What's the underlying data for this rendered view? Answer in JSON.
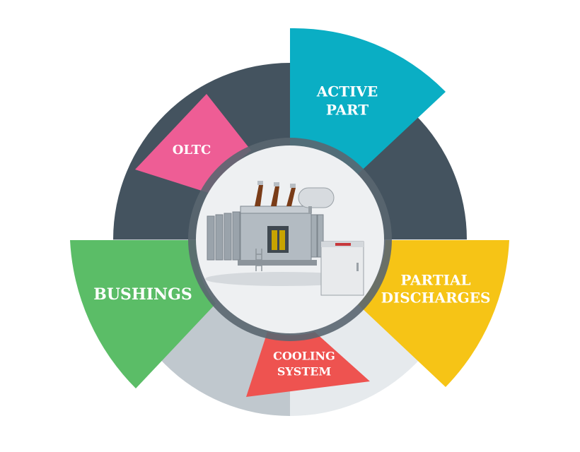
{
  "diagram": {
    "center_image": "power-transformer-with-control-cabinet",
    "segments": [
      {
        "id": "active-part",
        "lines": [
          "ACTIVE",
          "PART"
        ],
        "color": "#0aaec4"
      },
      {
        "id": "partial-discharges",
        "lines": [
          "PARTIAL",
          "DISCHARGES"
        ],
        "color": "#f6c416"
      },
      {
        "id": "cooling-system",
        "lines": [
          "COOLING",
          "SYSTEM"
        ],
        "color": "#ee5350"
      },
      {
        "id": "bushings",
        "lines": [
          "BUSHINGS"
        ],
        "color": "#5bbd67"
      },
      {
        "id": "oltc",
        "lines": [
          "OLTC"
        ],
        "color": "#ee5d95"
      }
    ],
    "colors": {
      "ring_dark": "#44535f",
      "ring_light": "#c0c8ce",
      "ring_lighter": "#e6eaed",
      "center_bg": "#eef0f2"
    }
  }
}
